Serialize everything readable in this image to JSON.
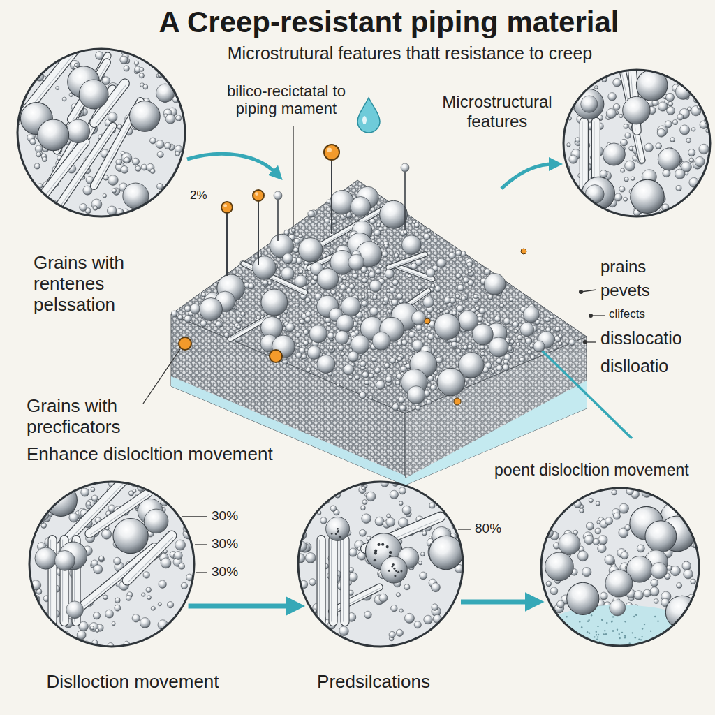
{
  "diagram": {
    "title": "A Creep-resistant piping material",
    "nodes": [
      {
        "text": [
          "Dislloction movement"
        ]
      },
      {
        "text": [
          "Predsilcations"
        ]
      }
    ],
    "edges": [
      {
        "from": 0,
        "to": 1,
        "arrow": "to"
      }
    ],
    "labels": [
      "Microstrutural features thatt resistance to creep",
      "bilico-recictatal to piping mament",
      "Microstructural features",
      "2%",
      "Grains with rentenes pelssation",
      "prains",
      "pevets",
      "clifects",
      "disslocatio",
      "dislloatio",
      "Grains with precficators",
      "Enhance dislocltion movement",
      "poent dislocltion movement",
      "30%",
      "30%",
      "30%",
      "80%"
    ]
  }
}
